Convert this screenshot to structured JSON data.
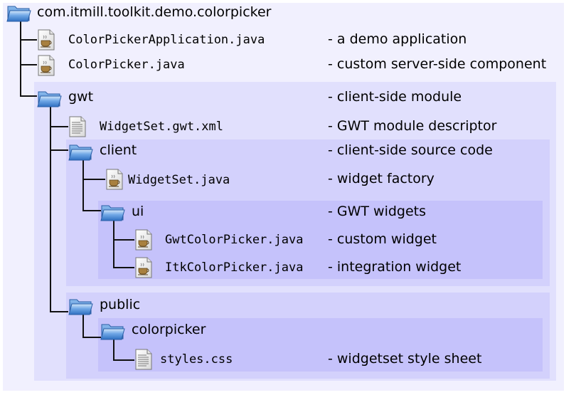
{
  "tree": {
    "root": {
      "label": "com.itmill.toolkit.demo.colorpicker",
      "icon": "folder-icon"
    },
    "app_file": {
      "label": "ColorPickerApplication.java",
      "desc": "- a demo application",
      "icon": "java-file-icon"
    },
    "component_file": {
      "label": "ColorPicker.java",
      "desc": "- custom server-side component",
      "icon": "java-file-icon"
    },
    "gwt": {
      "label": "gwt",
      "desc": "- client-side module",
      "icon": "folder-icon"
    },
    "widgetset_xml": {
      "label": "WidgetSet.gwt.xml",
      "desc": "- GWT module descriptor",
      "icon": "text-file-icon"
    },
    "client": {
      "label": "client",
      "desc": "- client-side source code",
      "icon": "folder-icon"
    },
    "widgetset_java": {
      "label": "WidgetSet.java",
      "desc": "- widget factory",
      "icon": "java-file-icon"
    },
    "ui": {
      "label": "ui",
      "desc": "- GWT widgets",
      "icon": "folder-icon"
    },
    "gwt_colorpicker": {
      "label": "GwtColorPicker.java",
      "desc": "- custom widget",
      "icon": "java-file-icon"
    },
    "itk_colorpicker": {
      "label": "ItkColorPicker.java",
      "desc": "- integration widget",
      "icon": "java-file-icon"
    },
    "public": {
      "label": "public",
      "icon": "folder-icon"
    },
    "colorpicker": {
      "label": "colorpicker",
      "icon": "folder-icon"
    },
    "styles": {
      "label": "styles.css",
      "desc": "- widgetset style sheet",
      "icon": "text-file-icon"
    }
  },
  "colors": {
    "level0": "#f1f0fe",
    "level1": "#e1e0fd",
    "level2": "#d3d1fc",
    "level3": "#c5c2fb",
    "folder": "#5a95d8",
    "connector": "#111111"
  }
}
